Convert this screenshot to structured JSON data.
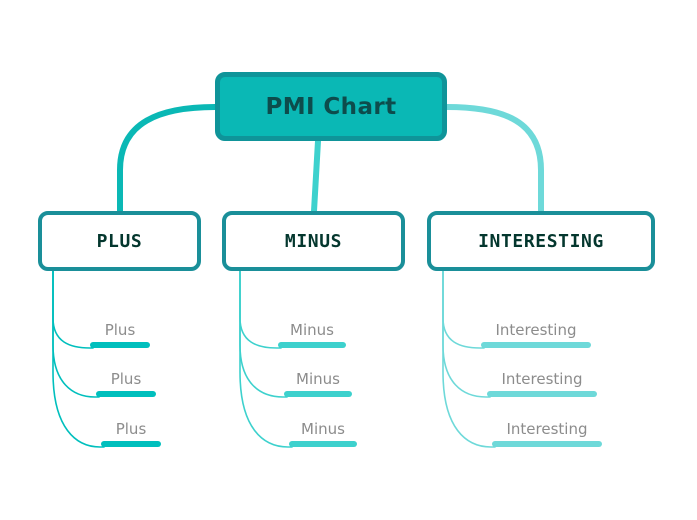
{
  "diagram": {
    "type": "mind-map",
    "title": "PMI Chart",
    "background": "#ffffff",
    "root": {
      "label": "PMI Chart",
      "fill": "#0ab8b5",
      "border": "#0f9499",
      "text_color": "#0d4c4c"
    },
    "branches": [
      {
        "label": "PLUS",
        "accent": "#00bfbd",
        "text_color": "#04372e",
        "border": "#1a8f99",
        "leaves": [
          {
            "label": "Plus"
          },
          {
            "label": "Plus"
          },
          {
            "label": "Plus"
          }
        ]
      },
      {
        "label": "MINUS",
        "accent": "#3dd1cd",
        "text_color": "#04372e",
        "border": "#1a8f99",
        "leaves": [
          {
            "label": "Minus"
          },
          {
            "label": "Minus"
          },
          {
            "label": "Minus"
          }
        ]
      },
      {
        "label": "INTERESTING",
        "accent": "#6ed9d9",
        "text_color": "#04372e",
        "border": "#1a8f99",
        "leaves": [
          {
            "label": "Interesting"
          },
          {
            "label": "Interesting"
          },
          {
            "label": "Interesting"
          }
        ]
      }
    ],
    "leaf_text_color": "#8c8c8c"
  }
}
